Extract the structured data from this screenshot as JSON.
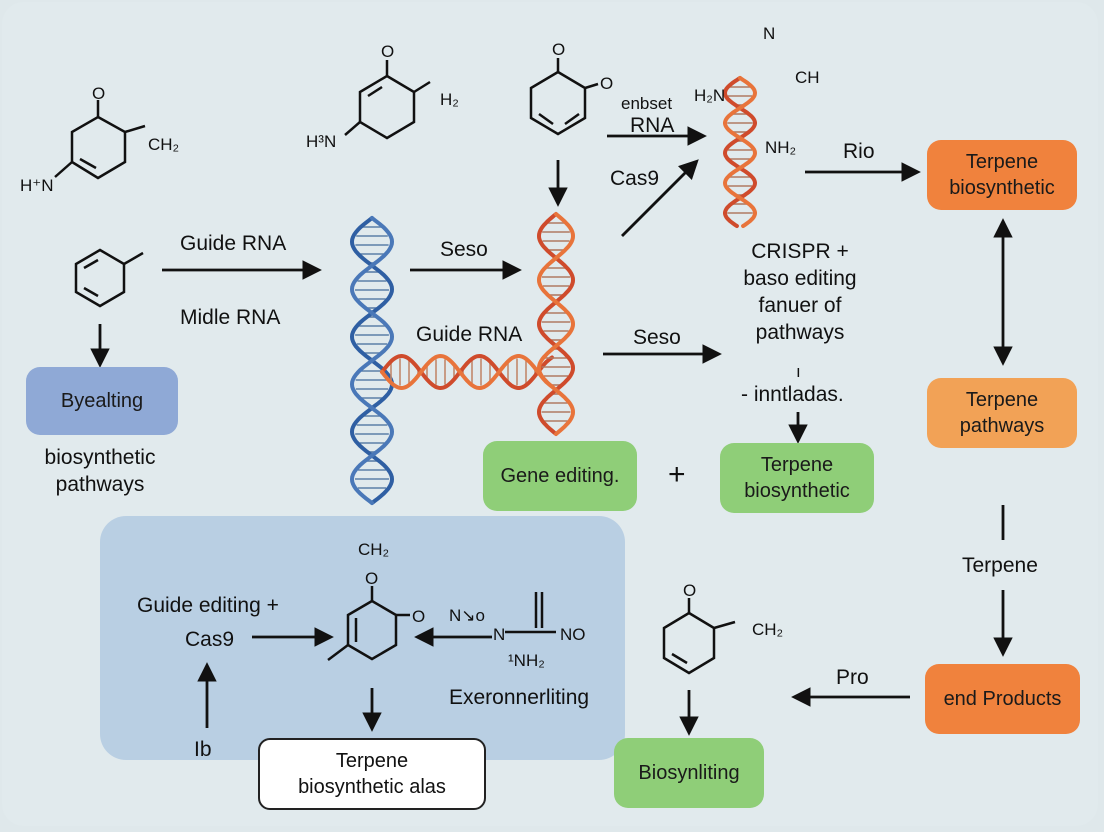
{
  "molecules": {
    "top_left": {
      "h_label": "H⁺N",
      "o_label": "O",
      "ch2_label": "CH₂"
    },
    "top_mid": {
      "o_label": "O",
      "h3n_label": "H³N",
      "h2_label": "H₂"
    },
    "top_center": {
      "o_label": "O",
      "o2_label": "O"
    },
    "top_right": {
      "n_label": "N",
      "h2n_label": "H₂N",
      "ch_label": "CH",
      "nh2_label": "NH₂"
    },
    "bottom_center": {
      "ch2_label": "CH₂",
      "o_label": "O",
      "o2_label": "O"
    },
    "bottom_amide": {
      "no_label": "N↘o",
      "n_label": "N",
      "nh2_label": "¹NH₂",
      "no2_label": "NO"
    },
    "bottom_right": {
      "o_label": "O",
      "ch2_label": "CH₂"
    }
  },
  "labels": {
    "guide_rna_top": "Guide RNA",
    "midle_rna": "Midle RNA",
    "seso_top": "Seso",
    "guide_rna_mid": "Guide RNA",
    "seso_mid": "Seso",
    "enbset": "enbset",
    "rna": "RNA",
    "cas9_top": "Cas9",
    "rio": "Rio",
    "crispr_lines": [
      "CRISPR +",
      "baso editing",
      "fanuer of",
      "pathways"
    ],
    "tick": "ı",
    "inntladas": "- inntladas.",
    "biosynthetic_pathways": [
      "biosynthetic",
      "pathways"
    ],
    "plus": "+",
    "guide_editing": "Guide editing +",
    "cas9_bottom": "Cas9",
    "ib": "Ib",
    "exeronnerliting": "Exeronnerliting",
    "terpene_side": "Terpene",
    "pro": "Pro"
  },
  "boxes": {
    "terpene_biosynthetic_top": [
      "Terpene",
      "biosynthetic"
    ],
    "terpene_pathways": [
      "Terpene",
      "pathways"
    ],
    "byealting": "Byealting",
    "gene_editing": "Gene editing.",
    "terpene_biosynthetic_mid": [
      "Terpene",
      "biosynthetic"
    ],
    "end_products": "end Products",
    "biosynliting": "Biosynliting",
    "terpene_biosynthetic_alas": [
      "Terpene",
      "biosynthetic alas"
    ]
  },
  "colors": {
    "dna_blue": "#4a78b8",
    "dna_orange": "#e8743b",
    "dna_red": "#cf4b2c",
    "box_orange_dark": "#f0823d",
    "box_orange_light": "#f2a256",
    "box_green": "#8fce78",
    "box_blue": "#8fa9d6",
    "panel_blue": "#b9cfe3"
  }
}
